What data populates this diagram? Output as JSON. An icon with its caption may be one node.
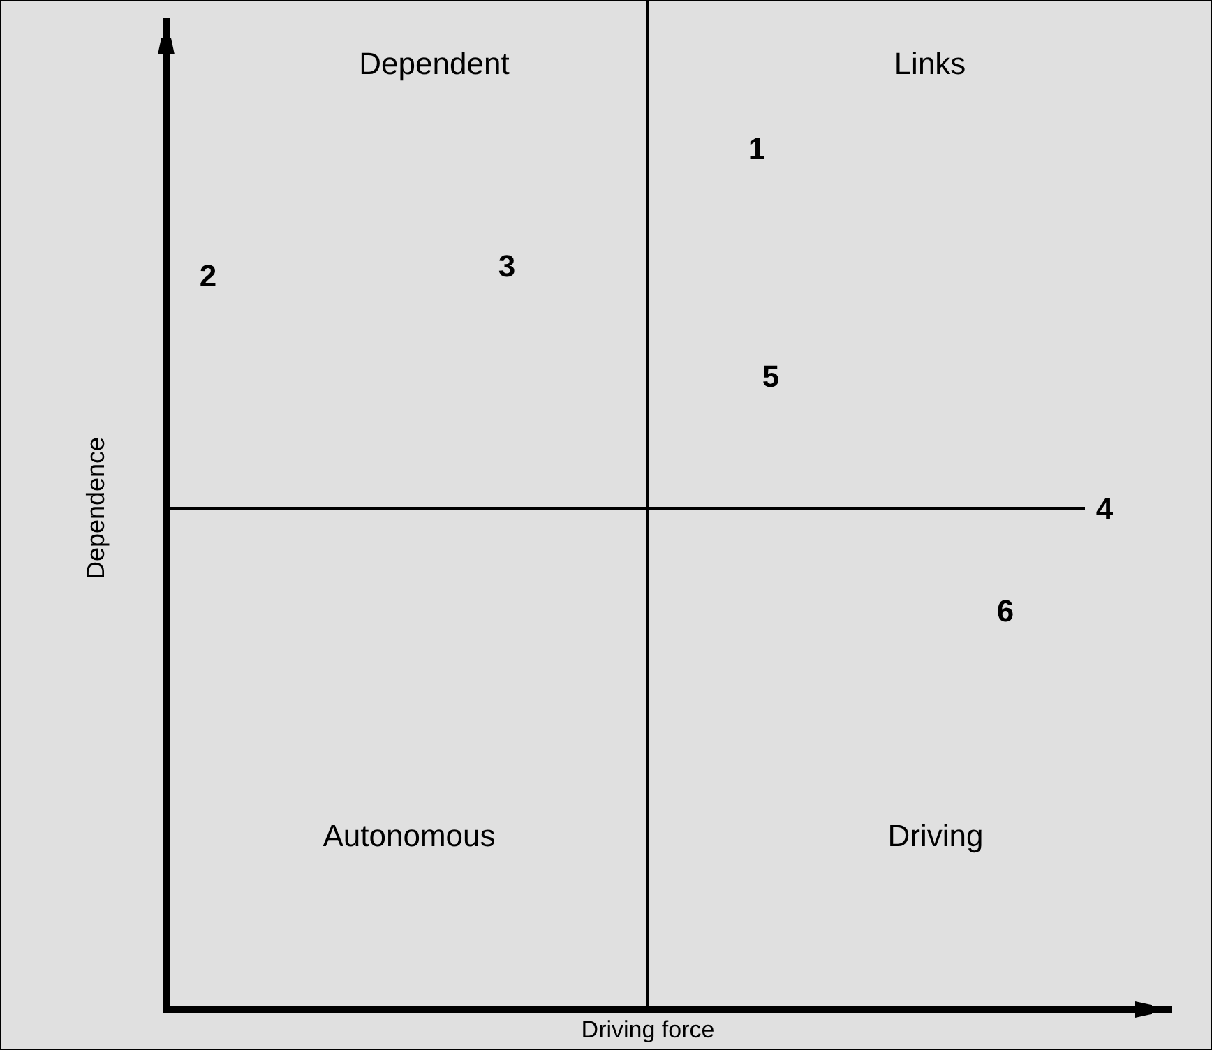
{
  "diagram": {
    "labels": [
      "Dependent",
      "Links",
      "1",
      "3",
      "2",
      "5",
      "Dependence",
      "4",
      "6",
      "Autonomous",
      "Driving",
      "Driving force"
    ]
  }
}
